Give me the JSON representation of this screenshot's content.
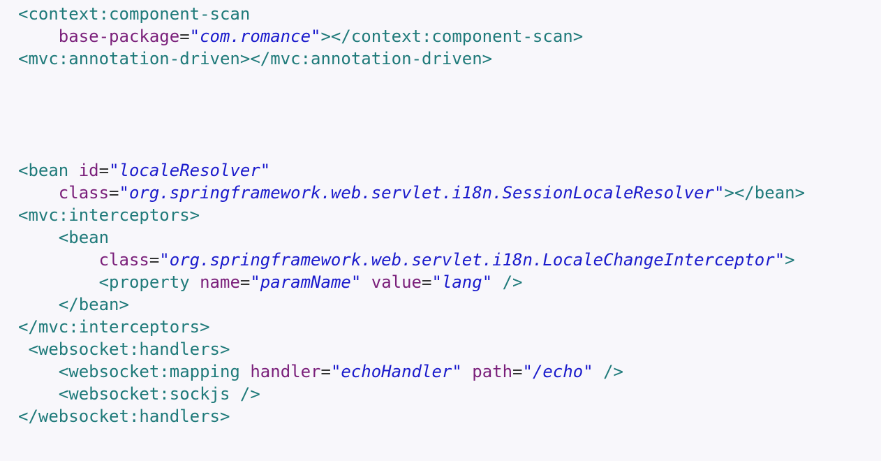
{
  "editor": {
    "lines": [
      [
        {
          "t": "tag",
          "v": "<context:component-scan"
        }
      ],
      [
        {
          "t": "ws",
          "v": "    "
        },
        {
          "t": "attr",
          "v": "base-package"
        },
        {
          "t": "eq",
          "v": "="
        },
        {
          "t": "str",
          "v": "\"com.romance\""
        },
        {
          "t": "tag",
          "v": "></context:component-scan>"
        }
      ],
      [
        {
          "t": "tag",
          "v": "<mvc:annotation-driven></mvc:annotation-driven>"
        }
      ],
      [],
      [],
      [],
      [],
      [
        {
          "t": "tag",
          "v": "<bean "
        },
        {
          "t": "attr",
          "v": "id"
        },
        {
          "t": "eq",
          "v": "="
        },
        {
          "t": "str",
          "v": "\"localeResolver\""
        }
      ],
      [
        {
          "t": "ws",
          "v": "    "
        },
        {
          "t": "attr",
          "v": "class"
        },
        {
          "t": "eq",
          "v": "="
        },
        {
          "t": "str",
          "v": "\"org.springframework.web.servlet.i18n.SessionLocaleResolver\""
        },
        {
          "t": "tag",
          "v": "></bean>"
        }
      ],
      [
        {
          "t": "tag",
          "v": "<mvc:interceptors>"
        }
      ],
      [
        {
          "t": "ws",
          "v": "    "
        },
        {
          "t": "tag",
          "v": "<bean"
        }
      ],
      [
        {
          "t": "ws",
          "v": "        "
        },
        {
          "t": "attr",
          "v": "class"
        },
        {
          "t": "eq",
          "v": "="
        },
        {
          "t": "str",
          "v": "\"org.springframework.web.servlet.i18n.LocaleChangeInterceptor\""
        },
        {
          "t": "tag",
          "v": ">"
        }
      ],
      [
        {
          "t": "ws",
          "v": "        "
        },
        {
          "t": "tag",
          "v": "<property "
        },
        {
          "t": "attr",
          "v": "name"
        },
        {
          "t": "eq",
          "v": "="
        },
        {
          "t": "str",
          "v": "\"paramName\""
        },
        {
          "t": "ws",
          "v": " "
        },
        {
          "t": "attr",
          "v": "value"
        },
        {
          "t": "eq",
          "v": "="
        },
        {
          "t": "str",
          "v": "\"lang\""
        },
        {
          "t": "tag",
          "v": " />"
        }
      ],
      [
        {
          "t": "ws",
          "v": "    "
        },
        {
          "t": "tag",
          "v": "</bean>"
        }
      ],
      [
        {
          "t": "tag",
          "v": "</mvc:interceptors>"
        }
      ],
      [
        {
          "t": "ws",
          "v": " "
        },
        {
          "t": "tag",
          "v": "<websocket:handlers>"
        }
      ],
      [
        {
          "t": "ws",
          "v": "    "
        },
        {
          "t": "tag",
          "v": "<websocket:mapping "
        },
        {
          "t": "attr",
          "v": "handler"
        },
        {
          "t": "eq",
          "v": "="
        },
        {
          "t": "str",
          "v": "\"echoHandler\""
        },
        {
          "t": "ws",
          "v": " "
        },
        {
          "t": "attr",
          "v": "path"
        },
        {
          "t": "eq",
          "v": "="
        },
        {
          "t": "str",
          "v": "\"/echo\""
        },
        {
          "t": "tag",
          "v": " />"
        }
      ],
      [
        {
          "t": "ws",
          "v": "    "
        },
        {
          "t": "tag",
          "v": "<websocket:sockjs />"
        }
      ],
      [
        {
          "t": "tag",
          "v": "</websocket:handlers>"
        }
      ]
    ]
  }
}
